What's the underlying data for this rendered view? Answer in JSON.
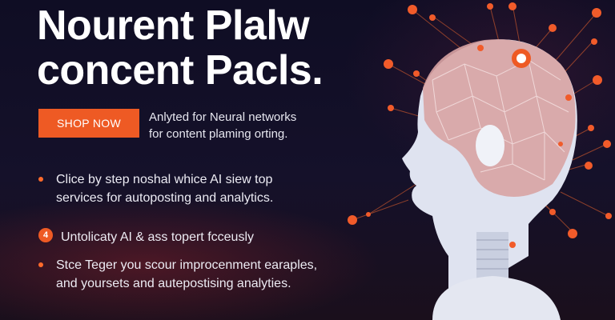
{
  "headline": {
    "line1": "Nourent Plalw",
    "line2": "concent Pacls."
  },
  "cta": {
    "shop_label": "SHOP NOW"
  },
  "tagline": {
    "line1": "Anlyted for Neural networks",
    "line2": "for content plaming orting."
  },
  "bullets": [
    {
      "line1": "Clice by step noshal whice AI siew top",
      "line2": "services for autoposting and analytics."
    },
    {
      "line1": "Untolicaty AI & ass topert fcceusly"
    },
    {
      "line1": "Stce Teger you scour improcenment earaples,",
      "line2": "and yoursets and autepostising analyties."
    }
  ],
  "colors": {
    "accent": "#ee5a24",
    "background": "#0d0b1f",
    "text": "#ffffff"
  },
  "icons": {
    "bullet": "orange-dot-icon",
    "highlight_bullet": "numbered-circle-icon",
    "illustration": "ai-head-neural-illustration"
  }
}
